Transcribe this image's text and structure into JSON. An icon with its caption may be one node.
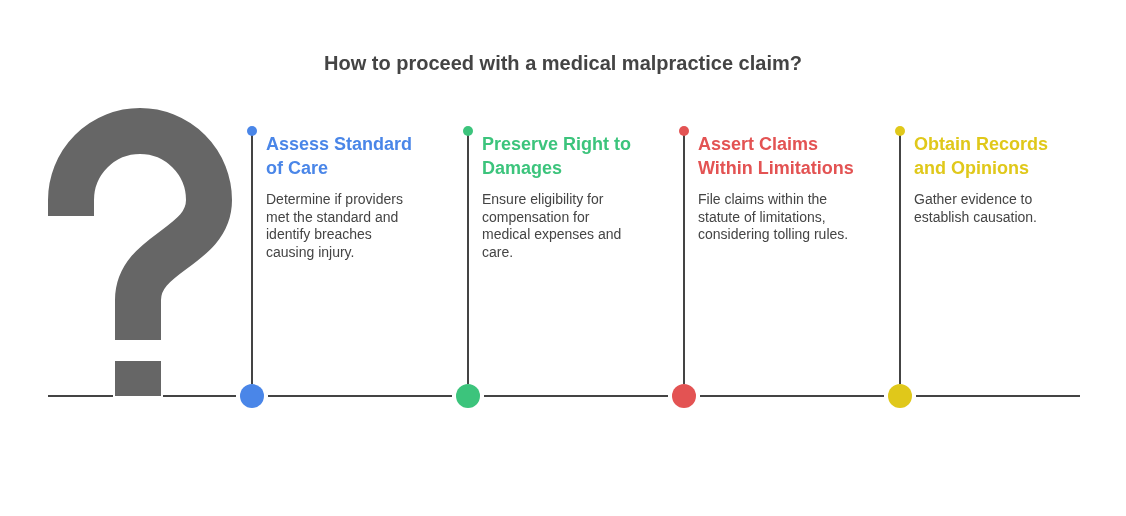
{
  "diagram": {
    "title": "How to proceed with a medical malpractice claim?",
    "nodes": [
      {
        "text": [
          "Assess Standard of Care",
          "Determine if providers met the standard and identify breaches causing injury."
        ]
      },
      {
        "text": [
          "Preserve Right to Damages",
          "Ensure eligibility for compensation for medical expenses and care."
        ]
      },
      {
        "text": [
          "Assert Claims Within Limitations",
          "File claims within the statute of limitations, considering tolling rules."
        ]
      },
      {
        "text": [
          "Obtain Records and Opinions",
          "Gather evidence to establish causation."
        ]
      }
    ]
  }
}
